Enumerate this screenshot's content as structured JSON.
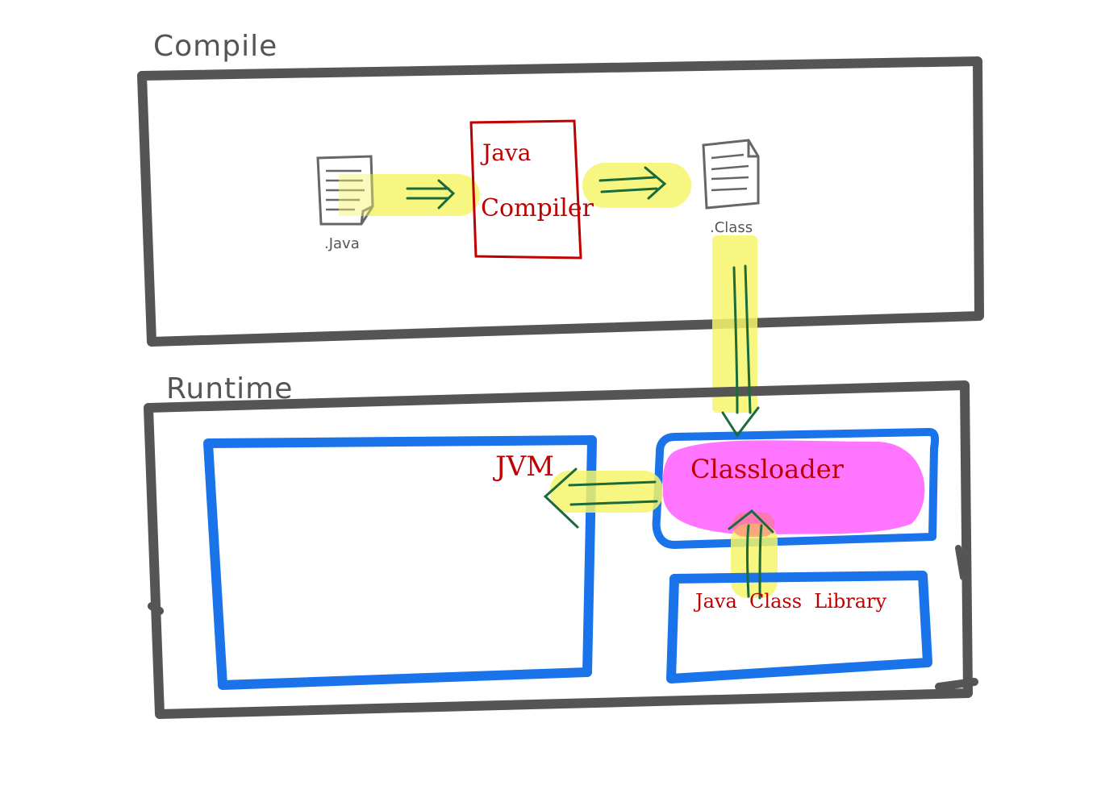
{
  "sections": {
    "compile": "Compile",
    "runtime": "Runtime"
  },
  "files": {
    "source": ".Java",
    "bytecode": ".Class"
  },
  "components": {
    "compiler_line1": "Java",
    "compiler_line2": "Compiler",
    "jvm": "JVM",
    "classloader": "Classloader",
    "class_library": "Java  Class  Library"
  },
  "colors": {
    "frame": "#555555",
    "compiler_border": "#c00000",
    "blue_box": "#1a73e8",
    "red_text": "#c00000",
    "gray_text": "#555555",
    "highlight_yellow": "#f4f46a",
    "highlight_magenta": "#ff66ff",
    "arrow_green": "#1b6b3a"
  }
}
